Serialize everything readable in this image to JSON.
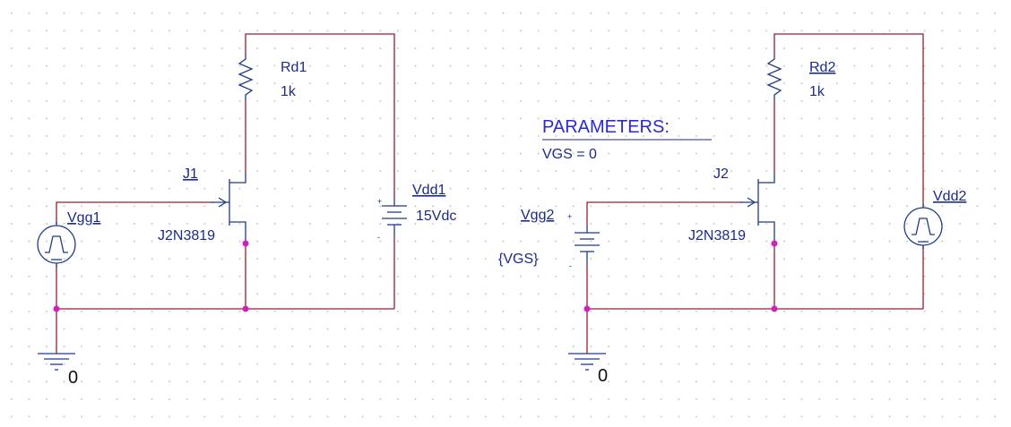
{
  "colors": {
    "wire": "#9b1b30",
    "component": "#1f3a8a",
    "label": "#1b2a8c",
    "parameters_label": "#2a2ad0",
    "junction": "#d21fc0",
    "grid_dot": "#c9c9c9"
  },
  "circuit1": {
    "resistor_ref": "Rd1",
    "resistor_value": "1k",
    "jfet_ref": "J1",
    "jfet_model": "J2N3819",
    "gate_source_ref": "Vgg1",
    "drain_source_ref": "Vdd1",
    "drain_source_value": "15Vdc",
    "ground_label": "0"
  },
  "circuit2": {
    "parameters_title": "PARAMETERS:",
    "parameters_entry": "VGS = 0",
    "resistor_ref": "Rd2",
    "resistor_value": "1k",
    "jfet_ref": "J2",
    "jfet_model": "J2N3819",
    "gate_source_ref": "Vgg2",
    "gate_source_value": "{VGS}",
    "drain_source_ref": "Vdd2",
    "ground_label": "0"
  },
  "polarity": {
    "plus": "+",
    "minus": "-"
  }
}
